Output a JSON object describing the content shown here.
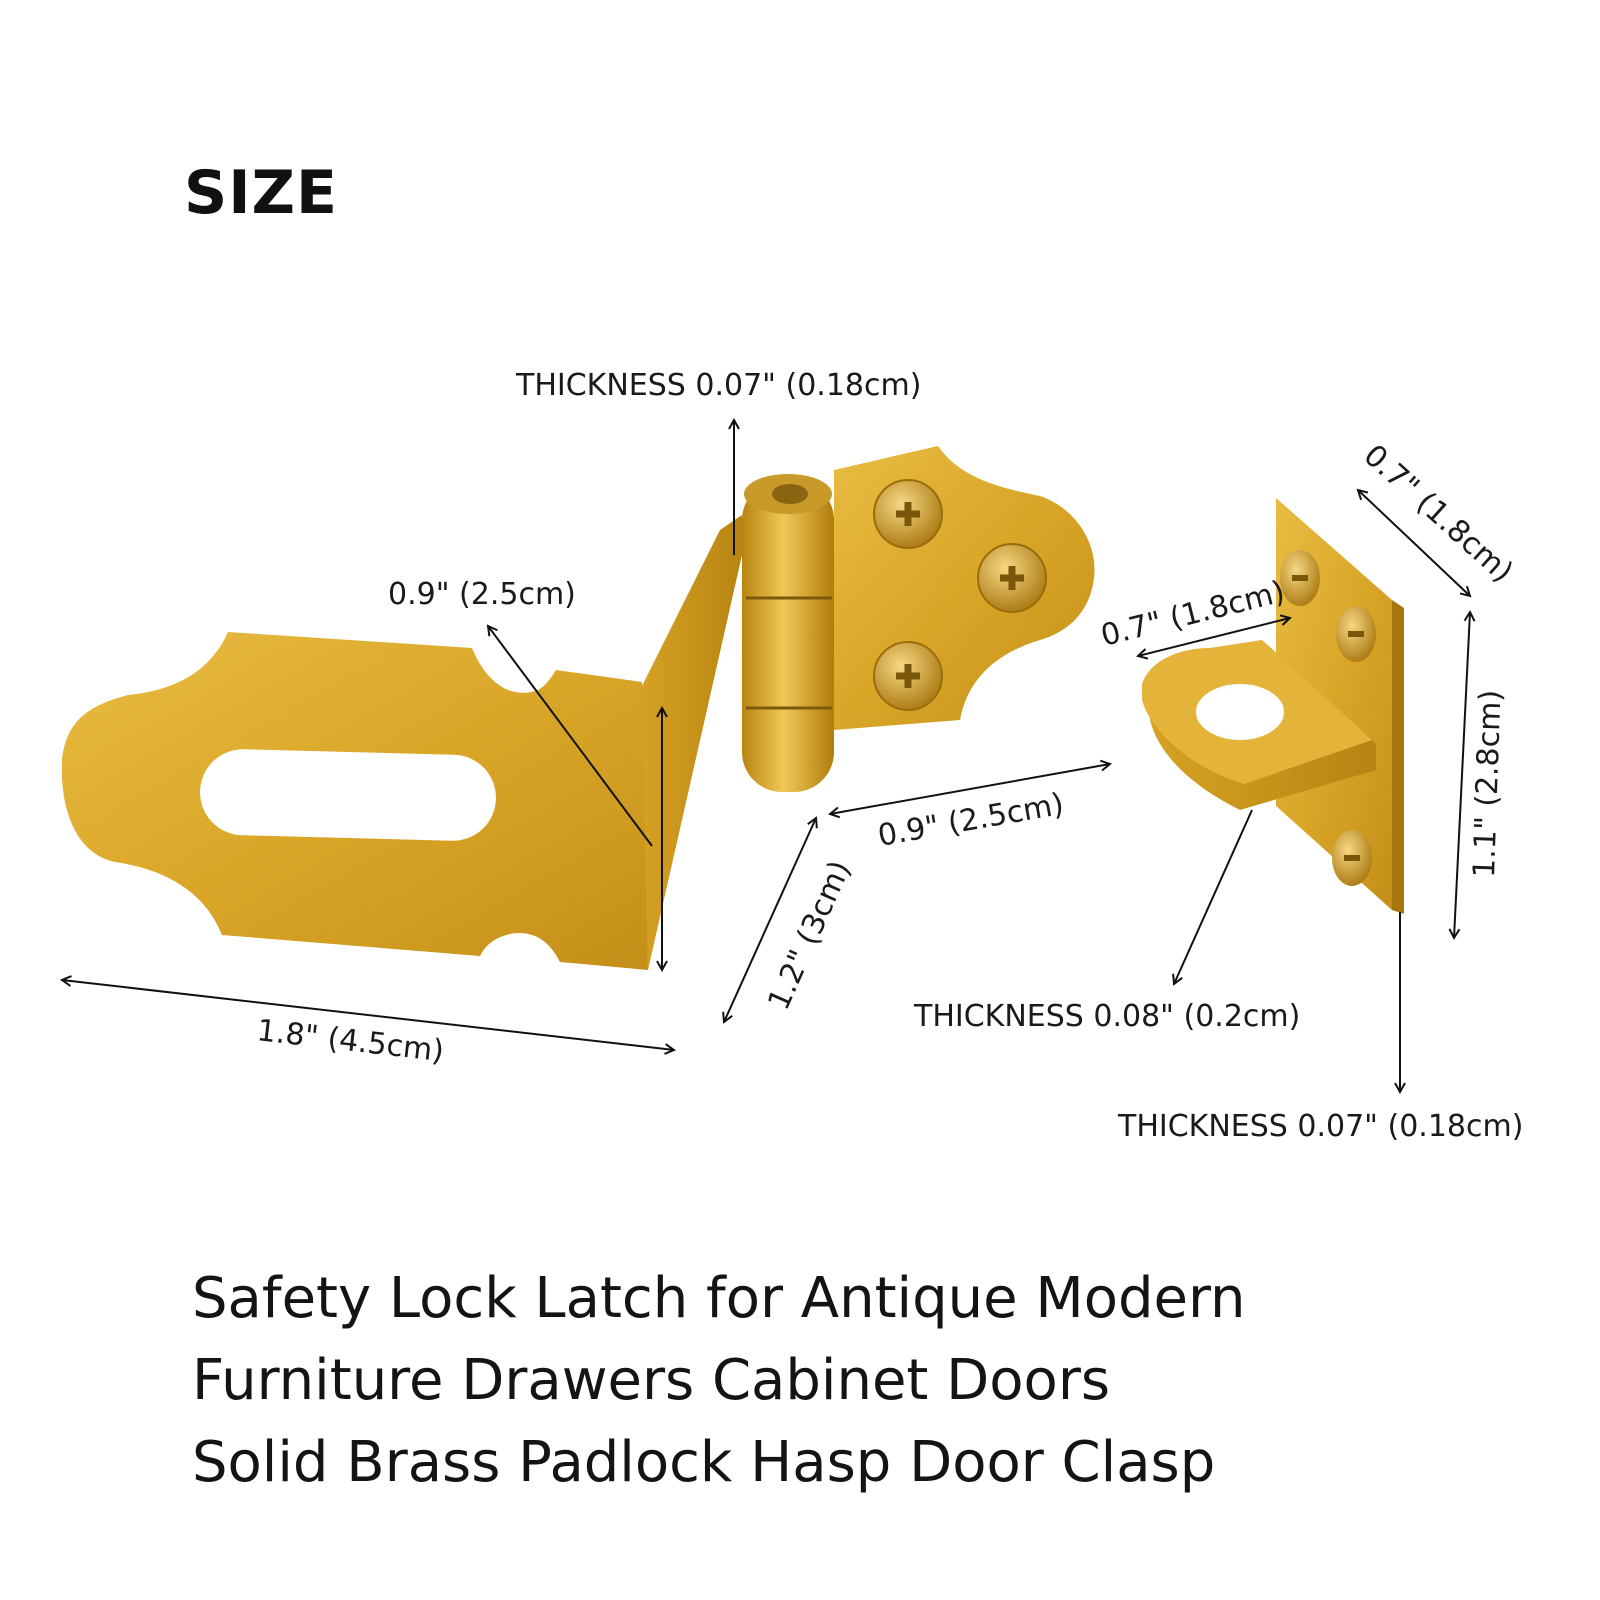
{
  "heading": "SIZE",
  "dimensions": {
    "thickness_hasp": "THICKNESS 0.07\" (0.18cm)",
    "hasp_notch_width": "0.9\" (2.5cm)",
    "hasp_length": "1.8\" (4.5cm)",
    "hasp_height": "1.2\" (3cm)",
    "hinge_leaf_width": "0.9\" (2.5cm)",
    "staple_plate_top_width": "0.7\" (1.8cm)",
    "staple_loop_depth": "0.7\" (1.8cm)",
    "staple_plate_height": "1.1\" (2.8cm)",
    "thickness_staple": "THICKNESS 0.08\" (0.2cm)",
    "thickness_staple_plate": "THICKNESS 0.07\" (0.18cm)"
  },
  "caption": {
    "line1": "Safety Lock Latch for Antique Modern",
    "line2": "Furniture Drawers Cabinet Doors",
    "line3": "Solid Brass Padlock Hasp Door Clasp"
  },
  "colors": {
    "brass_light": "#e6b83c",
    "brass_mid": "#cf9a1c",
    "brass_dark": "#a8760e",
    "line": "#111111"
  }
}
